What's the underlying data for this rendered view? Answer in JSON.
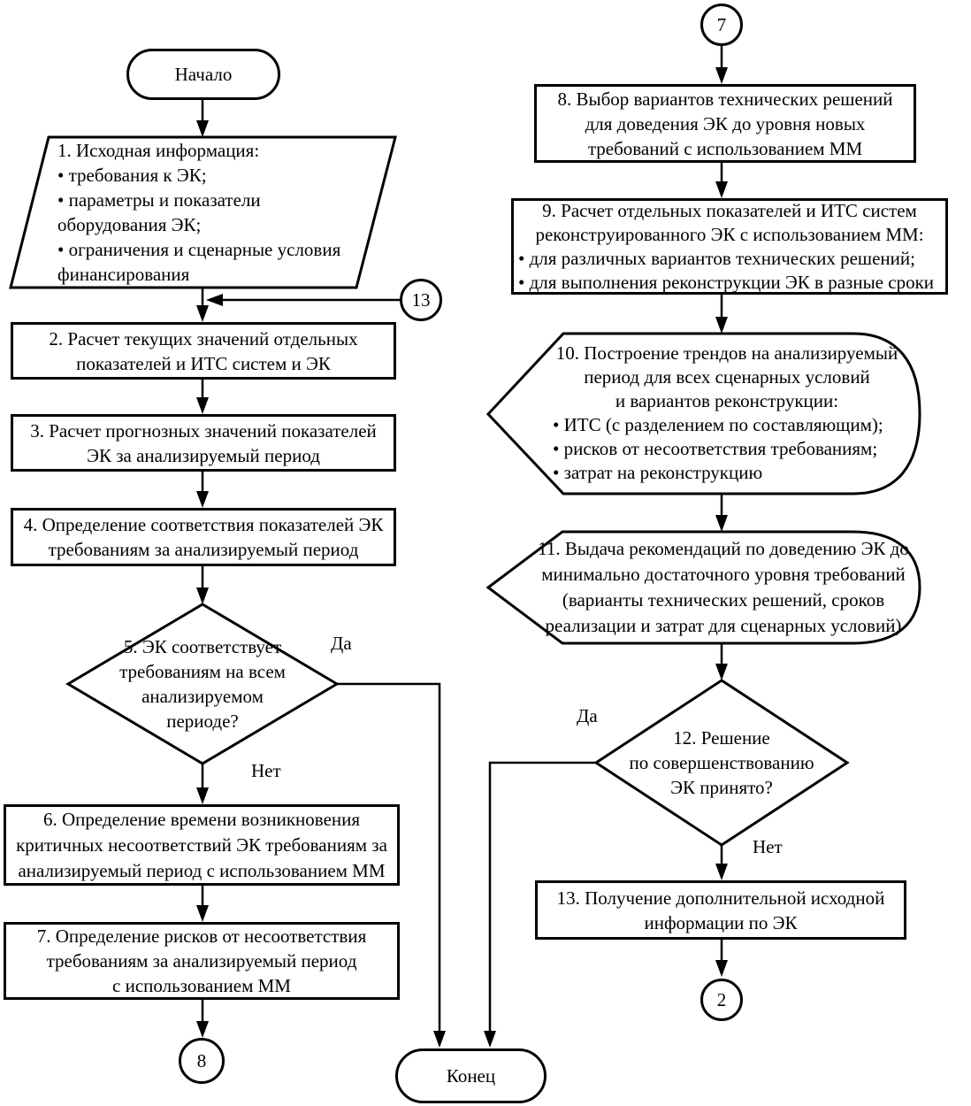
{
  "diagram": {
    "colors": {
      "stroke": "#000000",
      "background": "#ffffff"
    },
    "nodes": {
      "start": {
        "shape": "terminator",
        "label": "Начало"
      },
      "n1": {
        "shape": "parallelogram",
        "lines": [
          "1. Исходная информация:",
          "• требования к ЭК;",
          "• параметры и показатели",
          "оборудования ЭК;",
          "• ограничения и сценарные условия",
          "финансирования"
        ]
      },
      "n2": {
        "shape": "process",
        "lines": [
          "2. Расчет текущих значений отдельных",
          "показателей и ИТС систем и ЭК"
        ]
      },
      "n3": {
        "shape": "process",
        "lines": [
          "3. Расчет прогнозных значений показателей",
          "ЭК за анализируемый период"
        ]
      },
      "n4": {
        "shape": "process",
        "lines": [
          "4. Определение соответствия показателей ЭК",
          "требованиям за анализируемый период"
        ]
      },
      "n5": {
        "shape": "decision",
        "lines": [
          "5. ЭК соответствует",
          "требованиям на всем",
          "анализируемом",
          "периоде?"
        ]
      },
      "n6": {
        "shape": "process",
        "lines": [
          "6. Определение времени возникновения",
          "критичных несоответствий ЭК требованиям за",
          "анализируемый период с использованием ММ"
        ]
      },
      "n7": {
        "shape": "process",
        "lines": [
          "7. Определение рисков от несоответствия",
          "требованиям за анализируемый период",
          "с использованием ММ"
        ]
      },
      "n8": {
        "shape": "process",
        "lines": [
          "8. Выбор вариантов технических решений",
          "для доведения ЭК до уровня новых",
          "требований с использованием ММ"
        ]
      },
      "n9": {
        "shape": "process",
        "lines": [
          "9. Расчет отдельных показателей и ИТС систем",
          "реконструированного ЭК с использованием ММ:",
          "• для различных вариантов технических решений;",
          "• для выполнения реконструкции ЭК в разные сроки"
        ]
      },
      "n10": {
        "shape": "display",
        "lines": [
          "10. Построение трендов на анализируемый",
          "период для всех сценарных условий",
          "и вариантов реконструкции:",
          "• ИТС (с разделением по составляющим);",
          "• рисков от несоответствия требованиям;",
          "• затрат на реконструкцию"
        ]
      },
      "n11": {
        "shape": "display",
        "lines": [
          "11. Выдача рекомендаций по доведению ЭК до",
          "минимально достаточного уровня требований",
          "(варианты технических решений, сроков",
          "реализации и затрат для сценарных условий)"
        ]
      },
      "n12": {
        "shape": "decision",
        "lines": [
          "12. Решение",
          "по совершенствованию",
          "ЭК принято?"
        ]
      },
      "n13": {
        "shape": "process",
        "lines": [
          "13. Получение дополнительной исходной",
          "информации по ЭК"
        ]
      },
      "end": {
        "shape": "terminator",
        "label": "Конец"
      }
    },
    "connectors": {
      "c7": "7",
      "c13": "13",
      "c8": "8",
      "c2": "2"
    },
    "edge_labels": {
      "n5_yes": "Да",
      "n5_no": "Нет",
      "n12_yes": "Да",
      "n12_no": "Нет"
    }
  }
}
